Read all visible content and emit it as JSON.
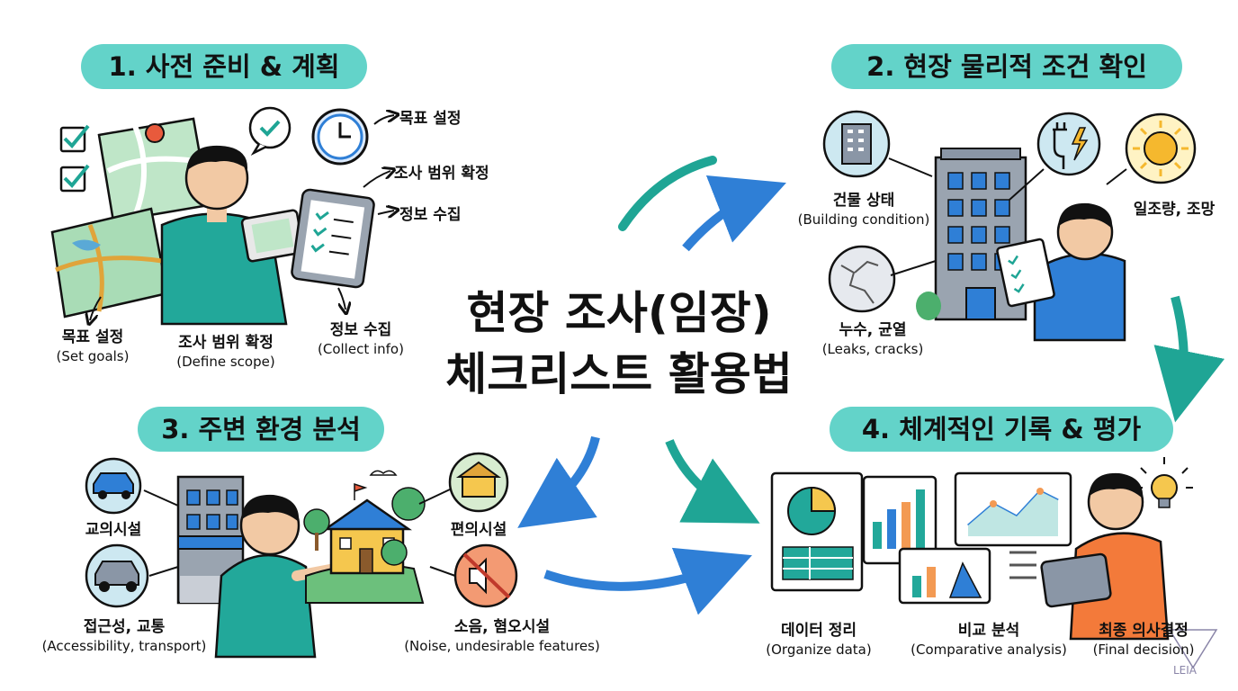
{
  "title": {
    "line1": "현장 조사(임장)",
    "line2": "체크리스트 활용법"
  },
  "sections": [
    {
      "heading": "1. 사전 준비 & 계획",
      "items": [
        {
          "ko": "목표 설정",
          "en": "(Set goals)"
        },
        {
          "ko": "조사 범위 확정",
          "en": "(Define scope)"
        },
        {
          "ko": "정보 수집",
          "en": "(Collect info)"
        }
      ],
      "callouts": [
        "목표 설정",
        "조사 범위 확정",
        "정보 수집"
      ]
    },
    {
      "heading": "2. 현장 물리적 조건 확인",
      "items": [
        {
          "ko": "건물 상태",
          "en": "(Building condition)"
        },
        {
          "ko": "일조량, 조망",
          "en": ""
        },
        {
          "ko": "누수, 균열",
          "en": "(Leaks, cracks)"
        }
      ]
    },
    {
      "heading": "3. 주변 환경 분석",
      "items": [
        {
          "ko": "교의시설",
          "en": ""
        },
        {
          "ko": "편의시설",
          "en": ""
        },
        {
          "ko": "접근성, 교통",
          "en": "(Accessibility, transport)"
        },
        {
          "ko": "소음, 혐오시설",
          "en": "(Noise, undesirable features)"
        }
      ]
    },
    {
      "heading": "4. 체계적인 기록 & 평가",
      "items": [
        {
          "ko": "데이터 정리",
          "en": "(Organize data)"
        },
        {
          "ko": "비교 분석",
          "en": "(Comparative analysis)"
        },
        {
          "ko": "최종 의사결정",
          "en": "(Final decision)"
        }
      ]
    }
  ],
  "watermark": "LEIA",
  "colors": {
    "pill": "#63d3c9",
    "arrow_teal": "#1fa595",
    "arrow_blue": "#2f7fd6"
  },
  "icons": [
    "checkbox-icon",
    "map-icon",
    "clock-icon",
    "speech-check-icon",
    "clipboard-icon",
    "building-icon",
    "plug-bolt-icon",
    "sun-icon",
    "crack-icon",
    "car-icon",
    "school-icon",
    "mute-icon",
    "pie-chart-icon",
    "bar-chart-icon",
    "line-chart-icon",
    "lightbulb-icon",
    "tablet-icon"
  ]
}
